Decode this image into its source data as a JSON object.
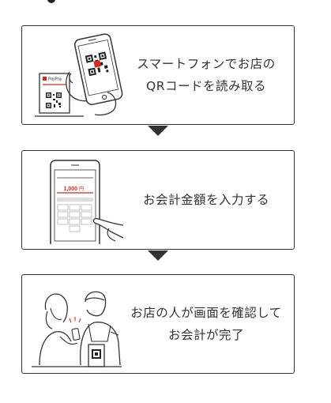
{
  "steps": [
    {
      "lines": [
        "スマートフォンでお店の",
        "QRコードを読み取る"
      ],
      "illustration": "phone-scanning-qr-icon",
      "sign_label": "PayPay"
    },
    {
      "lines": [
        "お会計金額を入力する"
      ],
      "illustration": "phone-keypad-entry-icon",
      "amount": "1,000",
      "amount_unit": "円"
    },
    {
      "lines": [
        "お店の人が画面を確認して",
        "お会計が完了"
      ],
      "illustration": "staff-confirming-icon"
    }
  ],
  "colors": {
    "accent": "#e2231a",
    "border": "#333333",
    "text": "#333333"
  }
}
